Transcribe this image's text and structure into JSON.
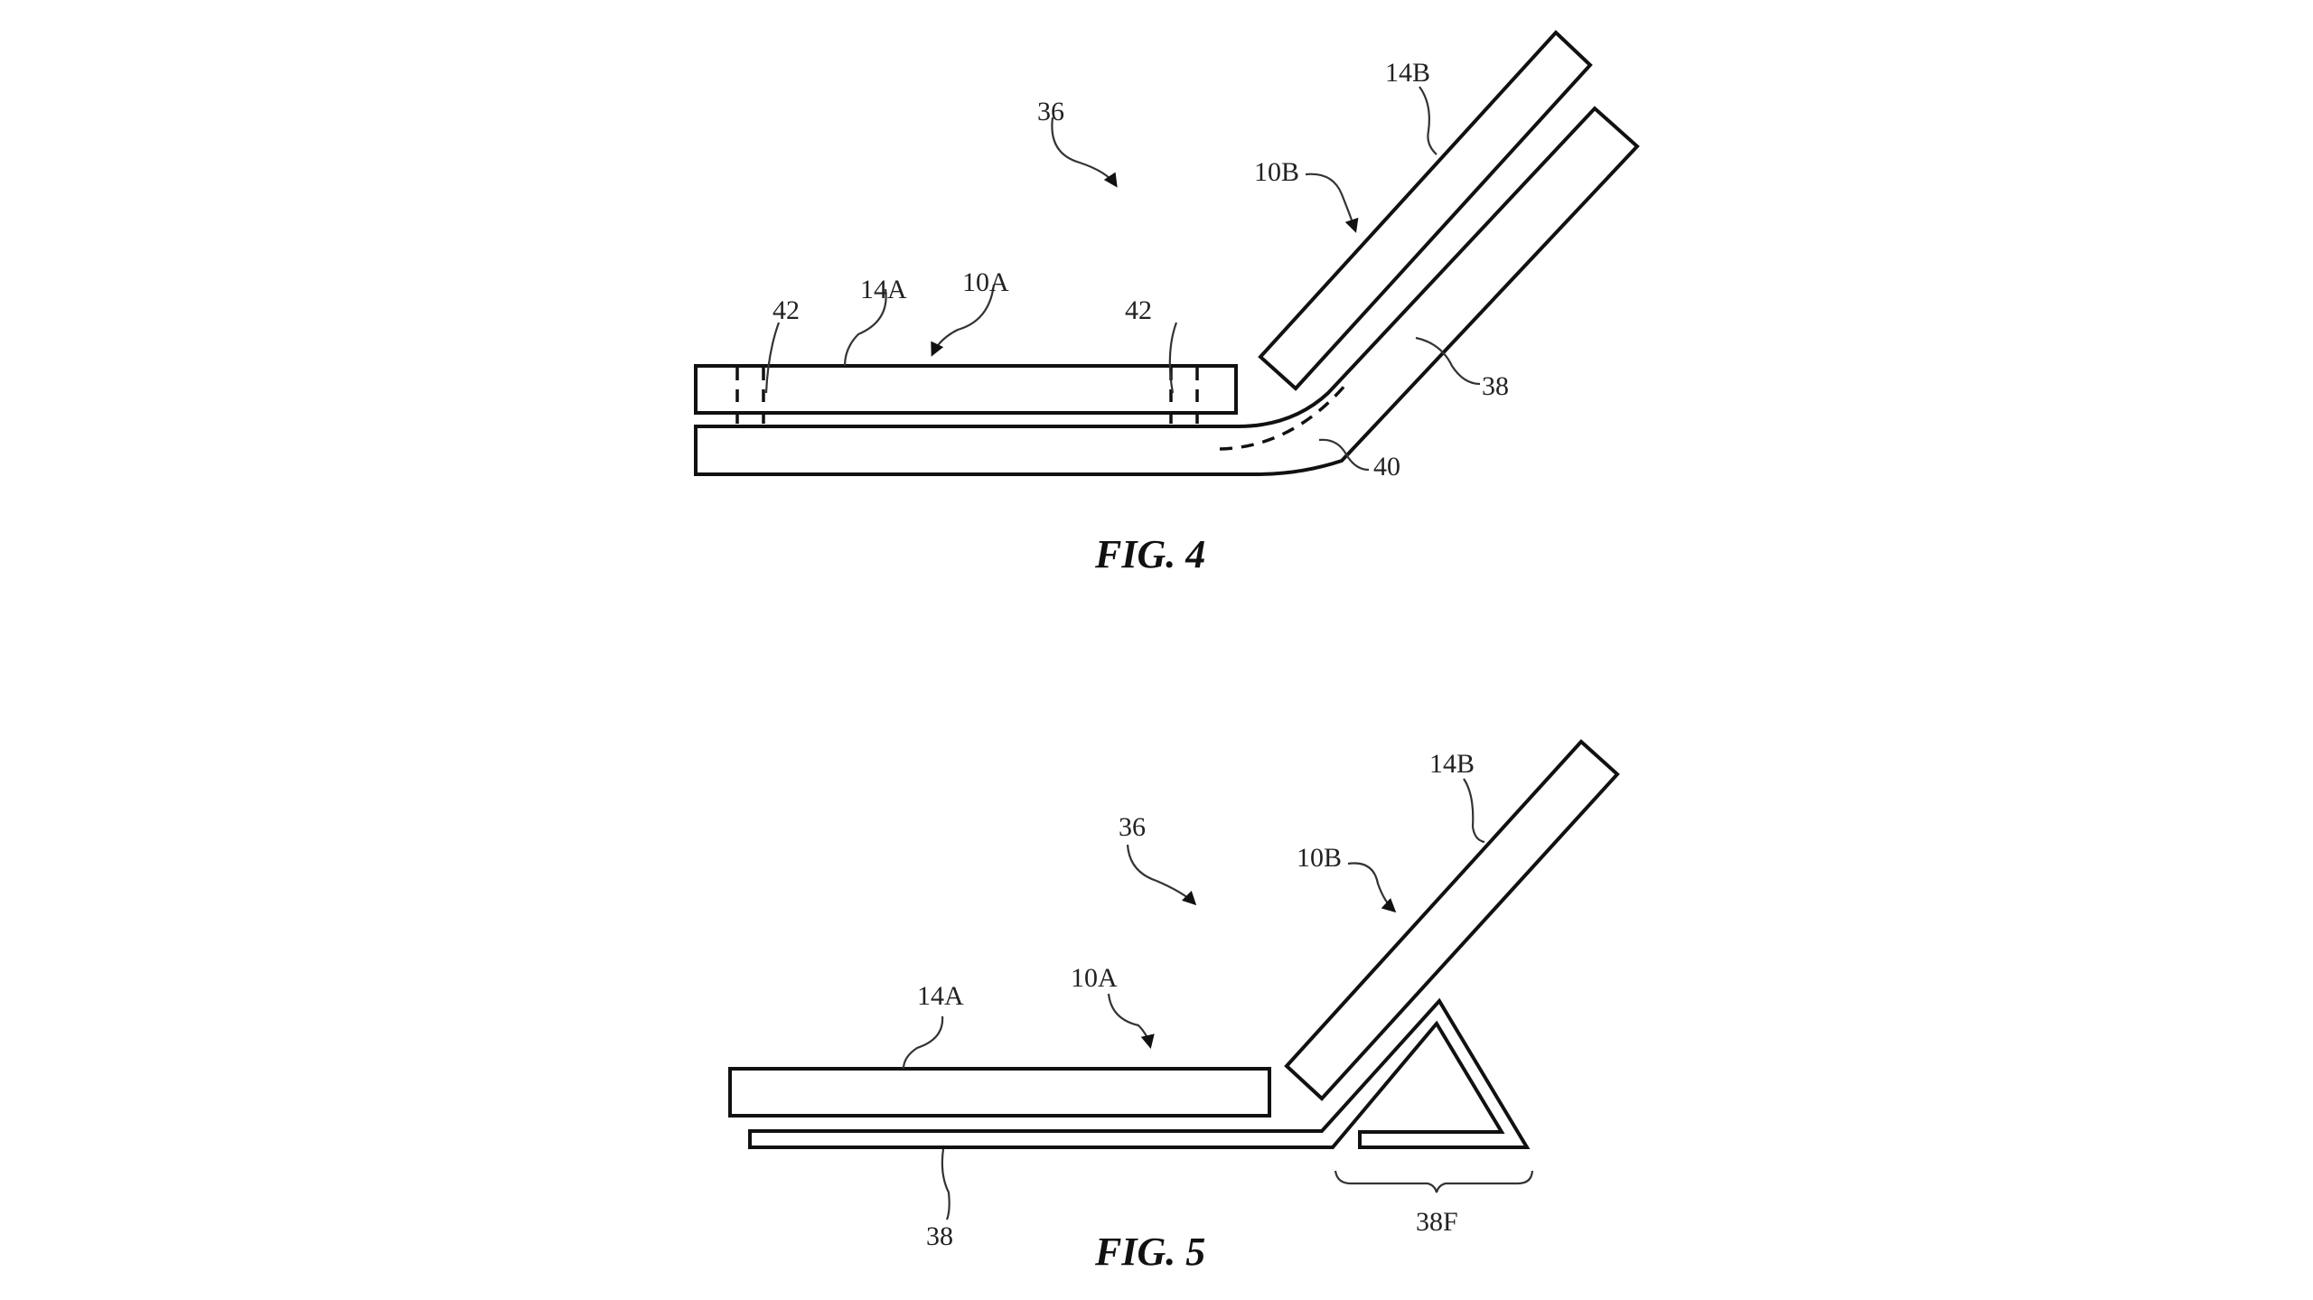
{
  "figures": [
    {
      "caption": "FIG. 4",
      "labels": {
        "assembly": "36",
        "device_a": "10A",
        "display_a": "14A",
        "device_b": "10B",
        "display_b": "14B",
        "cover": "38",
        "fold_region": "40",
        "magnet_left": "42",
        "magnet_right": "42"
      }
    },
    {
      "caption": "FIG. 5",
      "labels": {
        "assembly": "36",
        "device_a": "10A",
        "display_a": "14A",
        "device_b": "10B",
        "display_b": "14B",
        "cover": "38",
        "cover_flap": "38F"
      }
    }
  ],
  "colors": {
    "line": "#111111",
    "background": "#ffffff"
  }
}
